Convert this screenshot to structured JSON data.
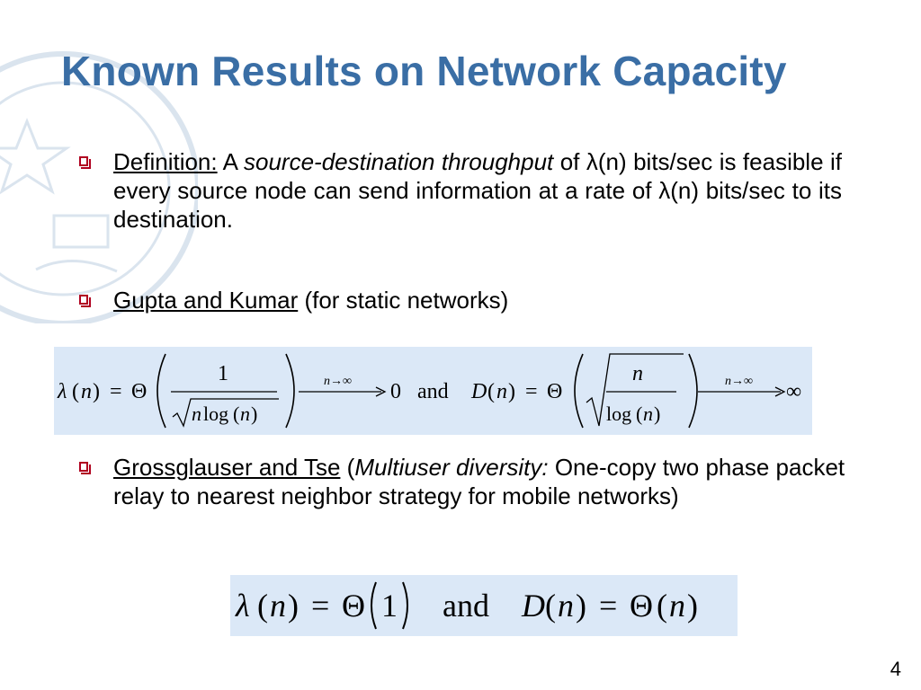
{
  "title": "Known Results on Network Capacity",
  "bullets": {
    "definition": {
      "label": "Definition:",
      "pre": " A ",
      "term": "source-destination throughput",
      "rest": " of λ(n) bits/sec is feasible if every source node can send information at a rate of λ(n) bits/sec to its destination."
    },
    "gupta": {
      "label": "Gupta and Kumar",
      "rest": " (for static networks)"
    },
    "gt": {
      "label": "Grossglauser and Tse",
      "open": " (",
      "term": "Multiuser diversity:",
      "rest": " One-copy two phase packet relay to nearest neighbor strategy for mobile networks)"
    }
  },
  "formula1": {
    "lambda": "λ",
    "n": "n",
    "eq": "=",
    "theta": "Θ",
    "one": "1",
    "log": "log",
    "limit": "n→∞",
    "zero": "0",
    "and": "and",
    "D": "D",
    "infinity": "∞"
  },
  "formula2": {
    "lambda": "λ",
    "n": "n",
    "eq": "=",
    "theta": "Θ",
    "one": "1",
    "and": "and",
    "D": "D"
  },
  "page_number": "4",
  "colors": {
    "title": "#3a6ea5",
    "marker": "#b00020",
    "math_bg": "#dbe8f7"
  }
}
